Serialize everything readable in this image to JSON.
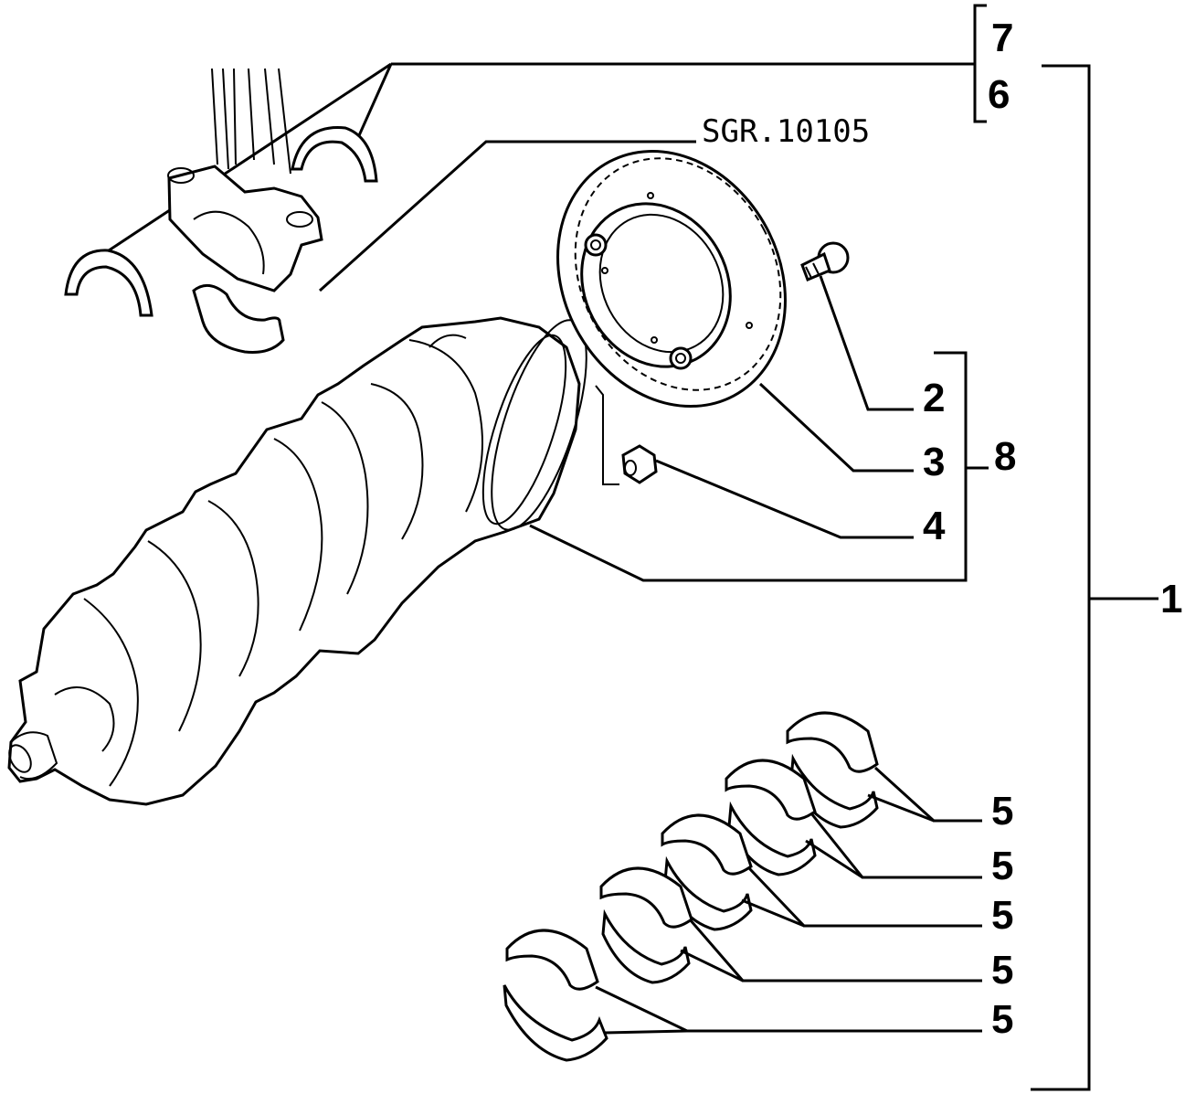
{
  "reference_code": "SGR.10105",
  "labels": {
    "n7": "7",
    "n6": "6",
    "n2": "2",
    "n3": "3",
    "n4": "4",
    "n8": "8",
    "n1": "1",
    "n5": [
      "5",
      "5",
      "5",
      "5",
      "5"
    ]
  }
}
